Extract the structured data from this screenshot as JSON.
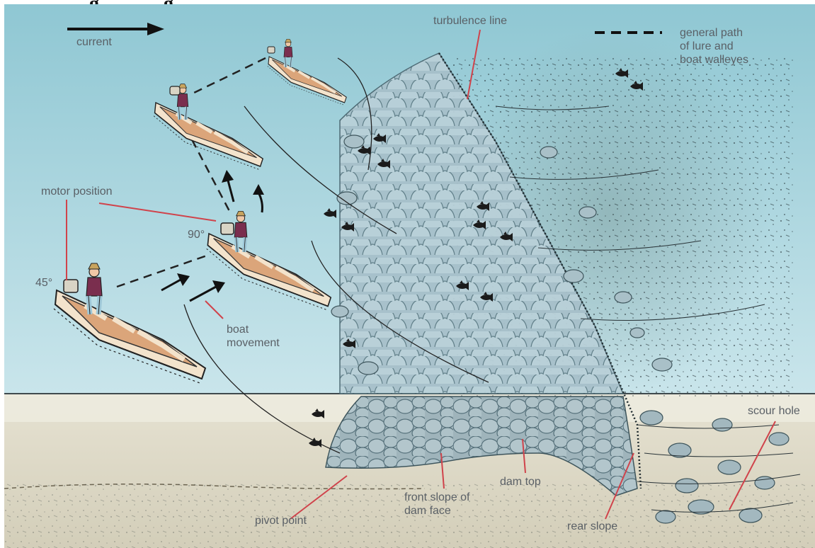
{
  "figure": {
    "title_partial": "g… ……g",
    "labels": {
      "current": "current",
      "turbulence_line": "turbulence line",
      "legend_text_1": "general path",
      "legend_text_2": "of lure and",
      "legend_text_3": "boat walleyes",
      "motor_position": "motor position",
      "angle_45": "45°",
      "angle_90": "90°",
      "boat_movement_1": "boat",
      "boat_movement_2": "movement",
      "scour_hole": "scour hole",
      "dam_top": "dam top",
      "front_slope_1": "front slope of",
      "front_slope_2": "dam face",
      "pivot_point": "pivot point",
      "rear_slope": "rear slope"
    },
    "colors": {
      "water_top": "#8fc7d3",
      "water_bottom": "#cbe6ec",
      "lake_bed": "#ddd9c6",
      "rock": "#a9c2cc",
      "boat_hull": "#f3e3cc",
      "boat_inner": "#dba57a",
      "angler_shirt": "#7a2e4e",
      "leader_line": "#d0434b",
      "fish": "#1b1b1b"
    }
  }
}
